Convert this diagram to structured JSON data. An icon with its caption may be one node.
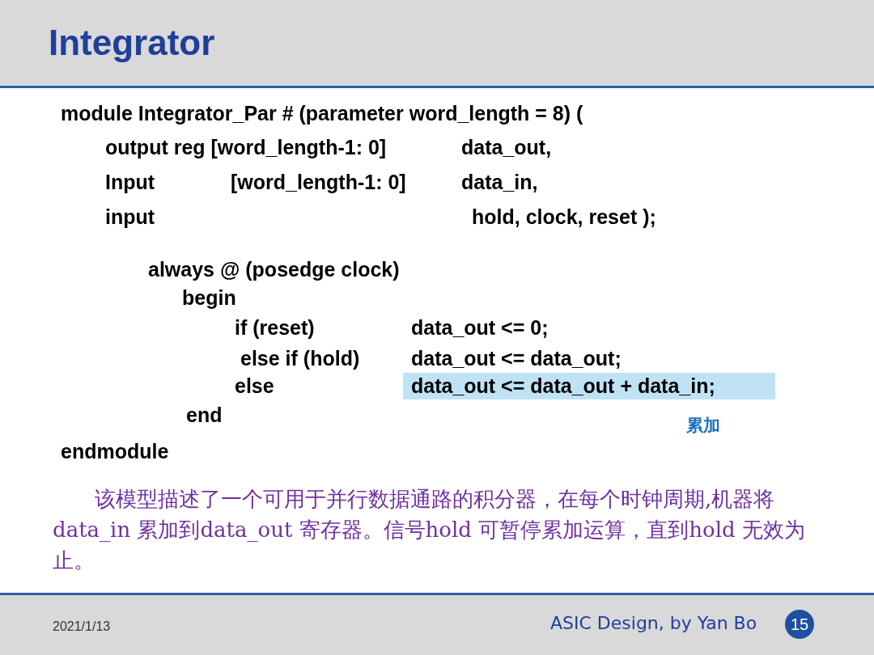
{
  "diagram": {
    "title": "Integrator",
    "labels": [
      "module Integrator_Par # (parameter word_length = 8)  (",
      "output reg [word_length-1: 0]",
      "data_out,",
      "Input",
      "[word_length-1: 0]",
      "data_in,",
      "input",
      "hold, clock, reset );",
      "always @ (posedge clock)",
      "begin",
      "if (reset)",
      "data_out <= 0;",
      "else if (hold)",
      "data_out <= data_out;",
      "else",
      "data_out <= data_out + data_in;",
      "end",
      "累加",
      "endmodule",
      "该模型描述了一个可用于并行数据通路的积分器，在每个时钟周期,机器将data_in 累加到data_out 寄存器。信号hold 可暂停累加运算，直到hold 无效为止。",
      "2021/1/13",
      "ASIC Design, by Yan Bo",
      "15"
    ]
  }
}
